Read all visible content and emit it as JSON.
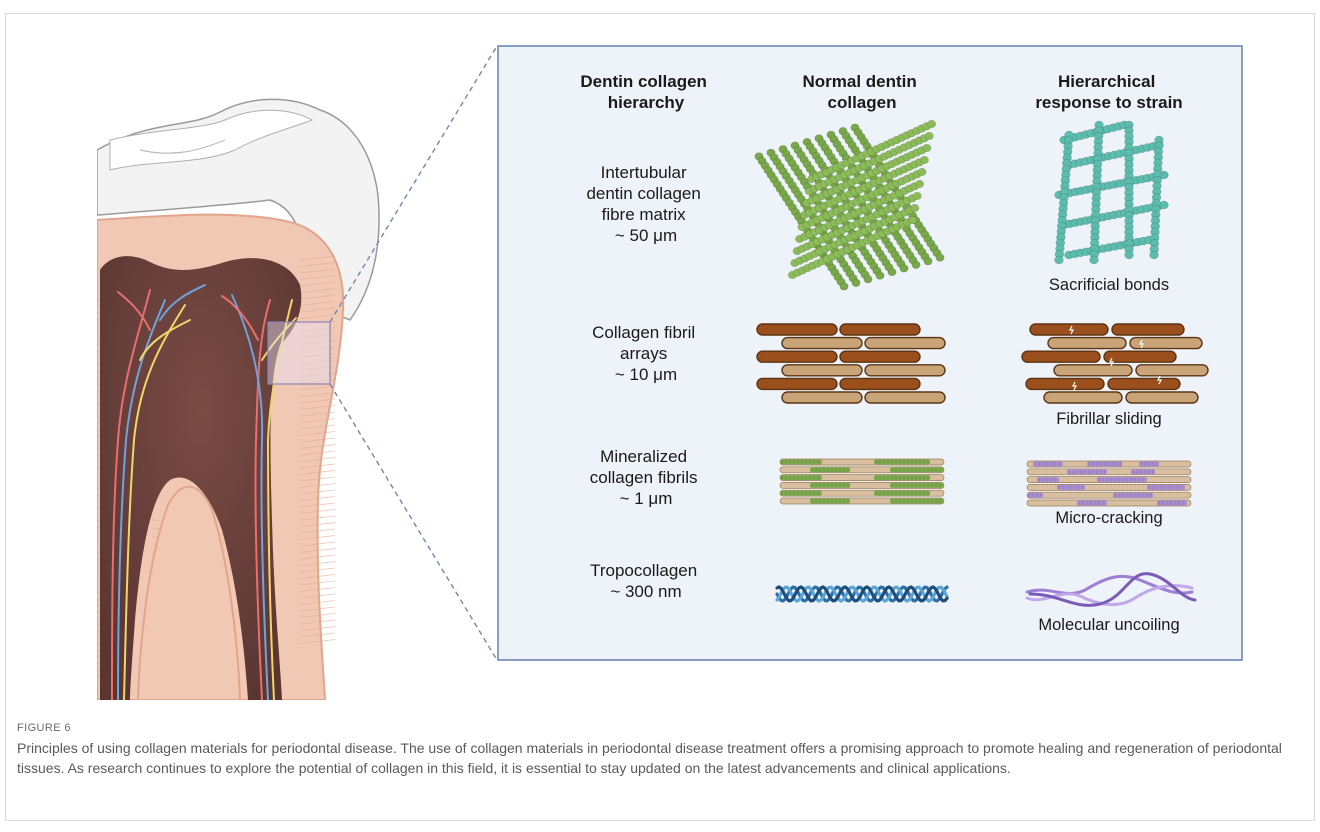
{
  "figure": {
    "columns": {
      "hierarchy": [
        "Dentin collagen",
        "hierarchy"
      ],
      "normal": [
        "Normal dentin",
        "collagen"
      ],
      "response": [
        "Hierarchical",
        "response to strain"
      ]
    },
    "levels": [
      {
        "lines": [
          "Intertubular",
          "dentin collagen",
          "fibre matrix",
          "~ 50 μm"
        ],
        "response": "Sacrificial bonds"
      },
      {
        "lines": [
          "Collagen fibril",
          "arrays",
          "~ 10 μm"
        ],
        "response": "Fibrillar sliding"
      },
      {
        "lines": [
          "Mineralized",
          "collagen fibrils",
          "~ 1 μm"
        ],
        "response": "Micro-cracking"
      },
      {
        "lines": [
          "Tropocollagen",
          "~ 300 nm"
        ],
        "response": "Molecular uncoiling"
      }
    ]
  },
  "caption": {
    "label": "FIGURE 6",
    "text": "Principles of using collagen materials for periodontal disease. The use of collagen materials in periodontal disease treatment offers a promising approach to promote healing and regeneration of periodontal tissues. As research continues to explore the potential of collagen in this field, it is essential to stay updated on the latest advancements and clinical applications."
  },
  "colors": {
    "panel_bg": "#eef3fa",
    "panel_border": "#6d88b3",
    "green": "#78a84a",
    "teal": "#5cbcae",
    "dark_brown": "#9a4f1c",
    "tan": "#c8a478",
    "lavender": "#a78ad6",
    "pulp": "#6b4440",
    "dentin": "#f0c8b4",
    "enamel": "#f1f1f1"
  }
}
